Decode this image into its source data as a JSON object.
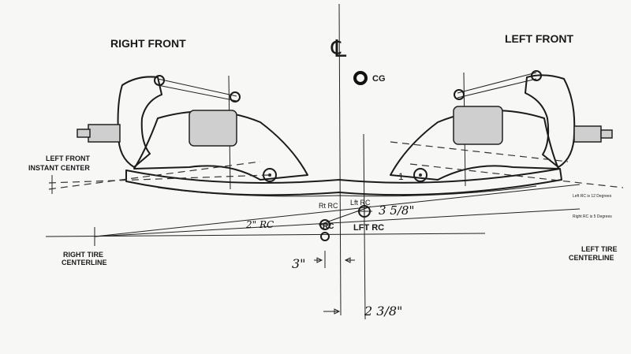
{
  "labels": {
    "right_front": "RIGHT FRONT",
    "left_front": "LEFT FRONT",
    "centerline_symbol": "℄",
    "cg": "CG",
    "left_front_ic_line1": "LEFT FRONT",
    "left_front_ic_line2": "INSTANT CENTER",
    "rt_rc": "Rt RC",
    "lft_rc_small": "Lft RC",
    "lft_rc_big": "LFT RC",
    "rc_hand": "RC",
    "right_tire_line1": "RIGHT TIRE",
    "right_tire_line2": "CENTERLINE",
    "left_tire_line1": "LEFT TIRE",
    "left_tire_line2": "CENTERLINE",
    "note_left_rc": "Left RC is 12 Degrees",
    "note_right_rc": "Right RC is 5 Degrees",
    "part_number": "1",
    "hand_3_5_8": "3 5/8\"",
    "hand_2_rc": "2\" RC",
    "hand_3": "3\"",
    "hand_2_3_8": "2 3/8\""
  },
  "colors": {
    "ink": "#1b1b1b",
    "paper": "#f7f7f5",
    "shade": "#cfcfcf"
  }
}
